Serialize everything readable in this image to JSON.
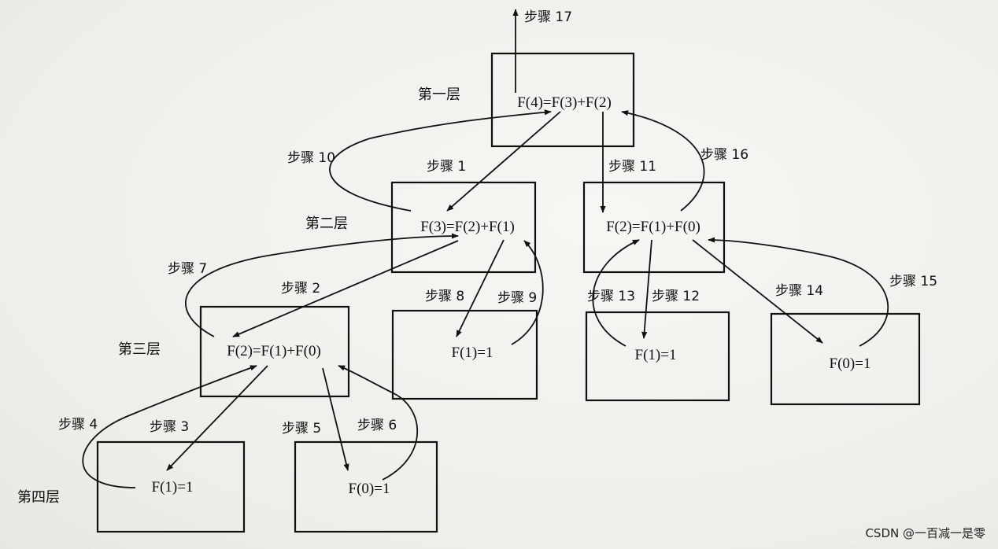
{
  "layers": {
    "first": "第一层",
    "second": "第二层",
    "third": "第三层",
    "fourth": "第四层"
  },
  "nodes": {
    "f4": "F(4)=F(3)+F(2)",
    "f3": "F(3)=F(2)+F(1)",
    "f2_right": "F(2)=F(1)+F(0)",
    "f2_left": "F(2)=F(1)+F(0)",
    "f1_mid": "F(1)=1",
    "f1_right": "F(1)=1",
    "f0_right": "F(0)=1",
    "f1_bottom": "F(1)=1",
    "f0_bottom": "F(0)=1"
  },
  "steps": {
    "s1": "步骤 1",
    "s2": "步骤 2",
    "s3": "步骤 3",
    "s4": "步骤 4",
    "s5": "步骤 5",
    "s6": "步骤 6",
    "s7": "步骤 7",
    "s8": "步骤 8",
    "s9": "步骤 9",
    "s10": "步骤 10",
    "s11": "步骤 11",
    "s12": "步骤 12",
    "s13": "步骤 13",
    "s14": "步骤 14",
    "s15": "步骤 15",
    "s16": "步骤 16",
    "s17": "步骤 17"
  },
  "watermark": "CSDN @一百减一是零"
}
